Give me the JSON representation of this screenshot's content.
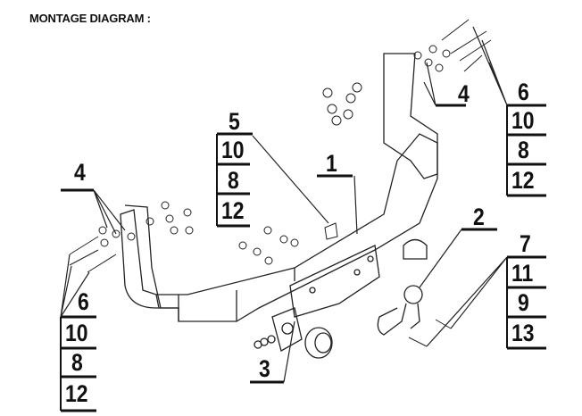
{
  "title": "MONTAGE DIAGRAM :",
  "callouts": {
    "frame": "1",
    "ball": "2",
    "socket_plate": "3",
    "bracket_left": "4",
    "bracket_right": "4",
    "center_bolt": {
      "part": "5",
      "stack": [
        "10",
        "8",
        "12"
      ]
    },
    "right_bolts": {
      "part": "6",
      "stack": [
        "10",
        "8",
        "12"
      ]
    },
    "left_bolts": {
      "part": "6",
      "stack": [
        "10",
        "8",
        "12"
      ]
    },
    "ball_bolts": {
      "part": "7",
      "stack": [
        "11",
        "9",
        "13"
      ]
    }
  }
}
